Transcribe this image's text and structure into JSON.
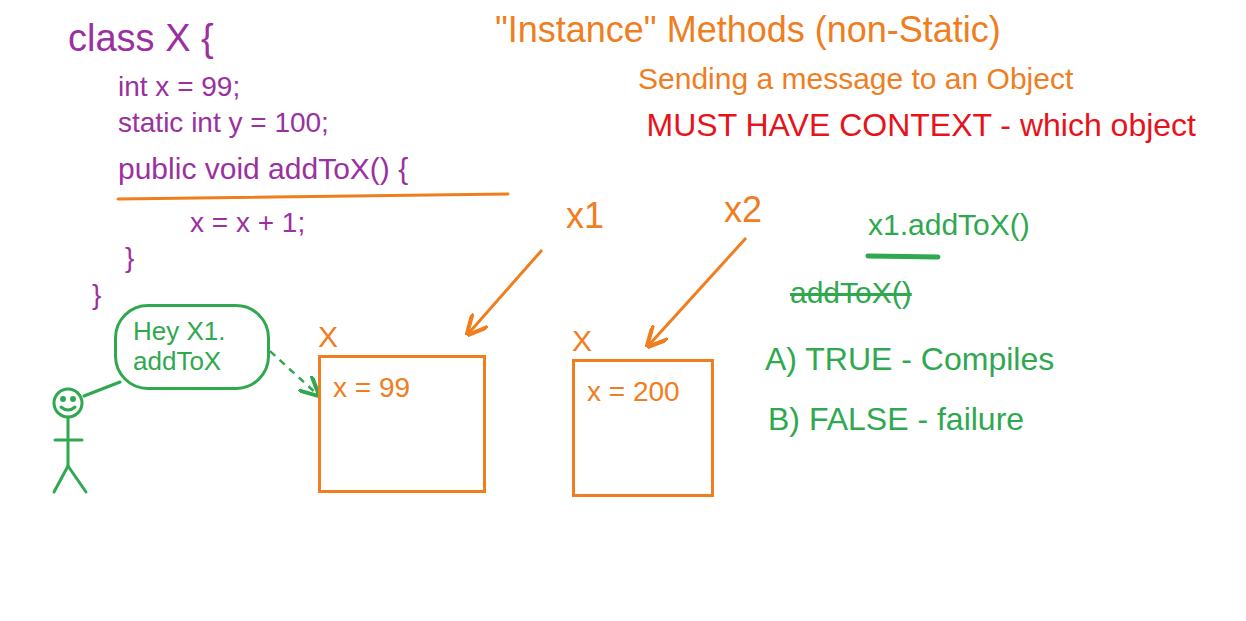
{
  "diagram": {
    "title": "\"Instance\" Methods (non-Static)",
    "nodes": [
      {
        "text": [
          "Hey X1. addToX"
        ]
      },
      {
        "text": [
          "X",
          "x = 99"
        ]
      },
      {
        "text": [
          "X",
          "x = 200"
        ]
      }
    ],
    "edges": [
      {
        "from": 0,
        "to": 1,
        "arrow": "to"
      }
    ],
    "labels": [
      "class X {",
      "int x = 99;",
      "static int y = 100;",
      "public void addToX() {",
      "x = x + 1;",
      "}",
      "}",
      "Sending a message to an Object",
      "MUST HAVE CONTEXT - which object",
      "x1",
      "x2",
      "x1.addToX()",
      "addToX()",
      "A) TRUE - Compiles",
      "B) FALSE - failure"
    ]
  }
}
